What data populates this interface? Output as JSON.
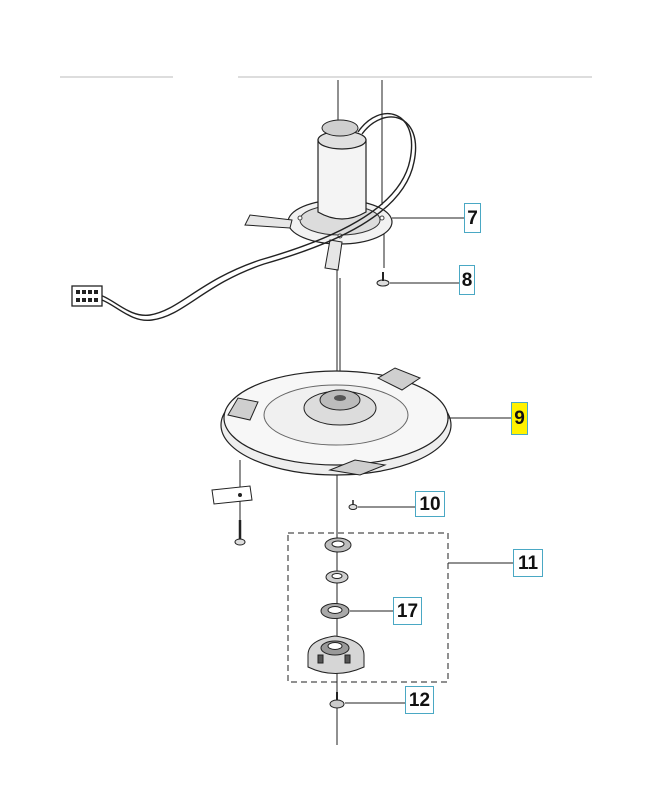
{
  "diagram": {
    "callouts": {
      "c7": "7",
      "c8": "8",
      "c9": "9",
      "c10": "10",
      "c11": "11",
      "c17": "17",
      "c12": "12"
    },
    "highlight_color": "#fff200",
    "callout_border_color": "#4aa8c4"
  }
}
